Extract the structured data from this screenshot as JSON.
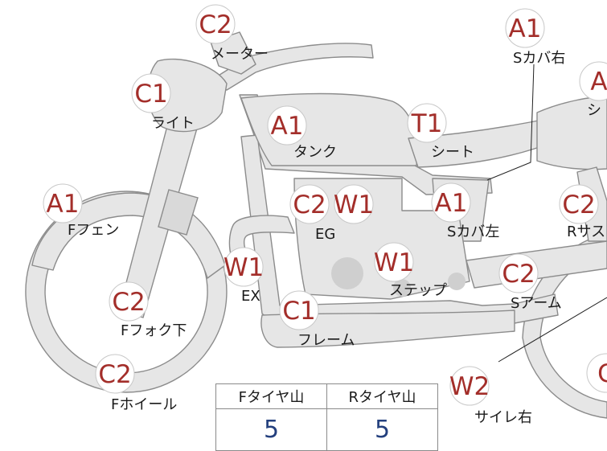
{
  "colors": {
    "badge_code": "#a32e2a",
    "tread_value": "#24407e",
    "part_fill": "#e6e6e6",
    "part_stroke": "#8c8c8c"
  },
  "labels": [
    {
      "id": "meter",
      "code": "C2",
      "name": "メーター"
    },
    {
      "id": "light",
      "code": "C1",
      "name": "ライト"
    },
    {
      "id": "tank",
      "code": "A1",
      "name": "タンク"
    },
    {
      "id": "seat",
      "code": "T1",
      "name": "シート"
    },
    {
      "id": "side-cover-right",
      "code": "A1",
      "name": "Sカバ右"
    },
    {
      "id": "rear-upper",
      "code": "A",
      "name": "シ"
    },
    {
      "id": "front-fender",
      "code": "A1",
      "name": "Fフェン"
    },
    {
      "id": "engine",
      "code": "C2",
      "name": "EG"
    },
    {
      "id": "engine-w",
      "code": "W1",
      "name": ""
    },
    {
      "id": "side-cover-left",
      "code": "A1",
      "name": "Sカバ左"
    },
    {
      "id": "rear-suspension",
      "code": "C2",
      "name": "Rサス"
    },
    {
      "id": "exhaust",
      "code": "W1",
      "name": "EX"
    },
    {
      "id": "step",
      "code": "W1",
      "name": "ステップ"
    },
    {
      "id": "swing-arm",
      "code": "C2",
      "name": "Sアーム"
    },
    {
      "id": "front-fork",
      "code": "C2",
      "name": "Fフォク下"
    },
    {
      "id": "frame",
      "code": "C1",
      "name": "フレーム"
    },
    {
      "id": "front-wheel",
      "code": "C2",
      "name": "Fホイール"
    },
    {
      "id": "silencer-right",
      "code": "W2",
      "name": "サイレ右"
    },
    {
      "id": "rear-wheel",
      "code": "C",
      "name": ""
    }
  ],
  "tread_table": {
    "front_header": "Fタイヤ山",
    "rear_header": "Rタイヤ山",
    "front_value": "5",
    "rear_value": "5"
  }
}
